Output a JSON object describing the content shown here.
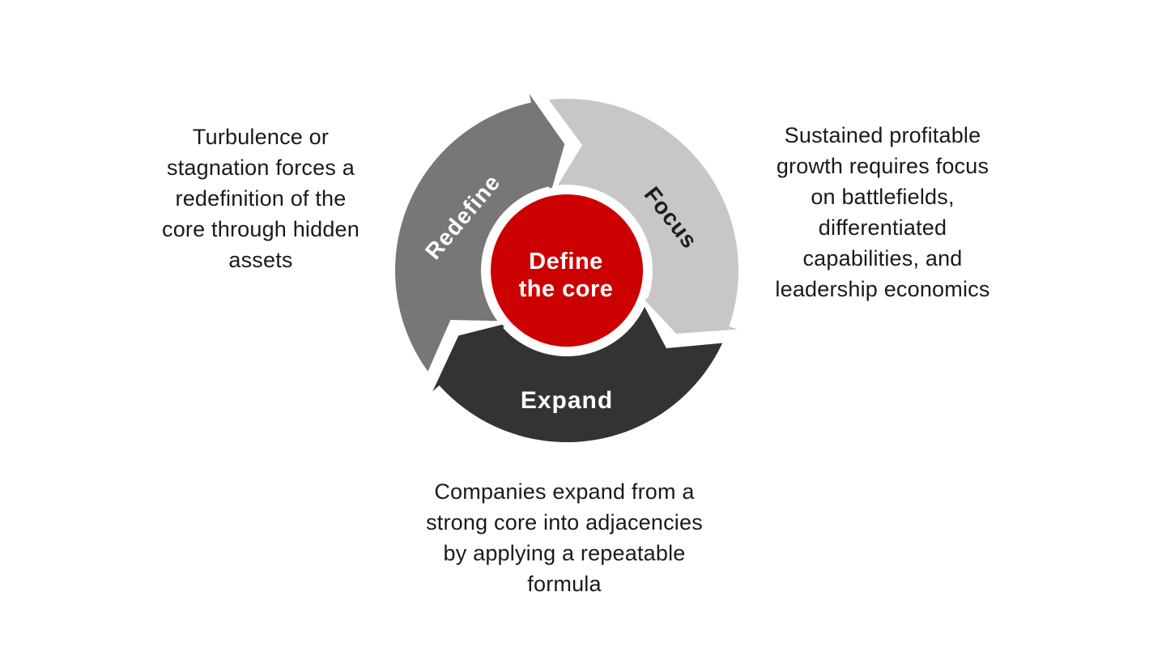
{
  "page": {
    "background": "#ffffff"
  },
  "diagram": {
    "type": "cycle",
    "flow": "clockwise",
    "center_label": {
      "line1": "Define",
      "line2": "the core",
      "color": "#cc0000",
      "text_color": "#ffffff"
    },
    "segments": [
      {
        "id": "redefine",
        "label": "Redefine",
        "color": "#777777",
        "label_color": "#ffffff",
        "tail_angle": 234,
        "head_angle": 348
      },
      {
        "id": "focus",
        "label": "Focus",
        "color": "#c7c7c7",
        "label_color": "#1d1d20",
        "tail_angle": 354,
        "head_angle": 109
      },
      {
        "id": "expand",
        "label": "Expand",
        "color": "#333335",
        "label_color": "#ffffff",
        "tail_angle": 115,
        "head_angle": 228
      }
    ]
  },
  "annotations": {
    "left": "Turbulence or\nstagnation forces a\nredefinition of the\ncore through hidden\nassets",
    "right": "Sustained profitable\ngrowth requires focus\non battlefields,\ndifferentiated\ncapabilities, and\nleadership economics",
    "bottom": "Companies expand from a\nstrong core into adjacencies\nby applying a repeatable\nformula"
  }
}
